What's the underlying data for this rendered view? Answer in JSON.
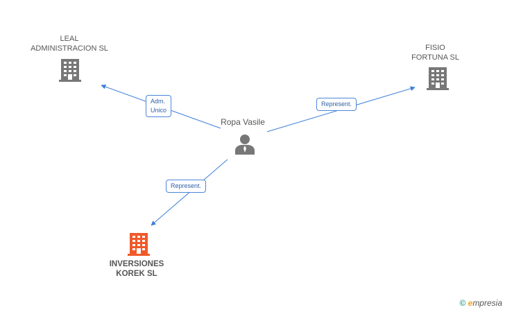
{
  "nodes": {
    "leal": {
      "line1": "LEAL",
      "line2": "ADMINISTRACION SL",
      "color": "#777777"
    },
    "fisio": {
      "line1": "FISIO",
      "line2": "FORTUNA SL",
      "color": "#777777"
    },
    "person": {
      "name": "Ropa Vasile",
      "color": "#777777"
    },
    "inversiones": {
      "line1": "INVERSIONES",
      "line2": "KOREK SL",
      "color": "#f05a2a"
    }
  },
  "edges": {
    "to_leal": {
      "line1": "Adm.",
      "line2": "Unico"
    },
    "to_fisio": {
      "line1": "Represent."
    },
    "to_inversiones": {
      "line1": "Represent."
    }
  },
  "edge_color": "#3d7fd8",
  "brand": {
    "copyright": "©",
    "initial": "e",
    "rest": "mpresia"
  }
}
